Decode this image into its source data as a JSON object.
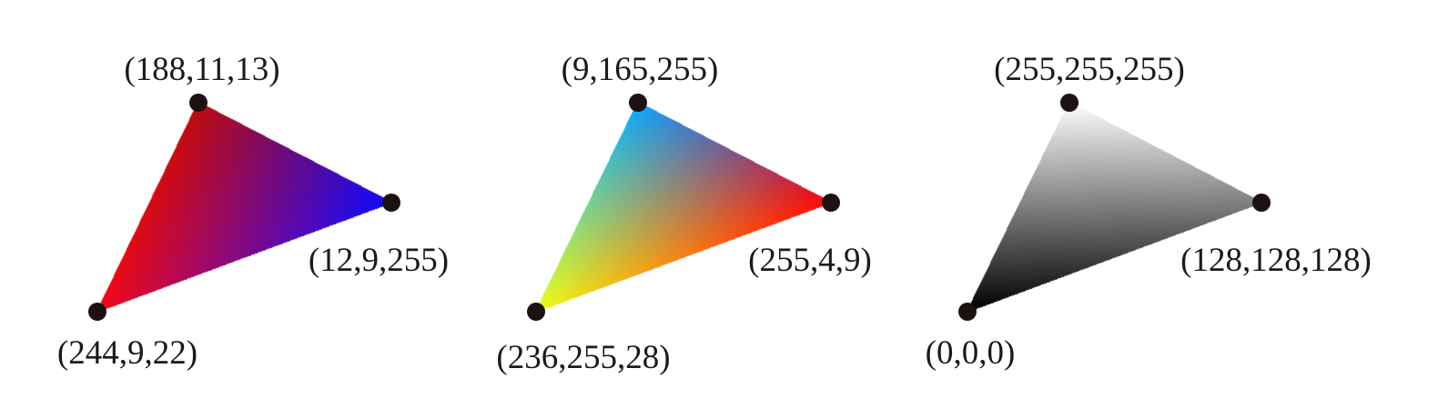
{
  "triangles": [
    {
      "name": "red-blue-triangle",
      "vertices": [
        {
          "role": "top",
          "rgb": [
            188,
            11,
            13
          ],
          "label": "(188,11,13)"
        },
        {
          "role": "right",
          "rgb": [
            12,
            9,
            255
          ],
          "label": "(12,9,255)"
        },
        {
          "role": "bottom-left",
          "rgb": [
            244,
            9,
            22
          ],
          "label": "(244,9,22)"
        }
      ]
    },
    {
      "name": "rainbow-triangle",
      "vertices": [
        {
          "role": "top",
          "rgb": [
            9,
            165,
            255
          ],
          "label": "(9,165,255)"
        },
        {
          "role": "right",
          "rgb": [
            255,
            4,
            9
          ],
          "label": "(255,4,9)"
        },
        {
          "role": "bottom-left",
          "rgb": [
            236,
            255,
            28
          ],
          "label": "(236,255,28)"
        }
      ]
    },
    {
      "name": "grayscale-triangle",
      "vertices": [
        {
          "role": "top",
          "rgb": [
            255,
            255,
            255
          ],
          "label": "(255,255,255)"
        },
        {
          "role": "right",
          "rgb": [
            128,
            128,
            128
          ],
          "label": "(128,128,128)"
        },
        {
          "role": "bottom-left",
          "rgb": [
            0,
            0,
            0
          ],
          "label": "(0,0,0)"
        }
      ]
    }
  ]
}
